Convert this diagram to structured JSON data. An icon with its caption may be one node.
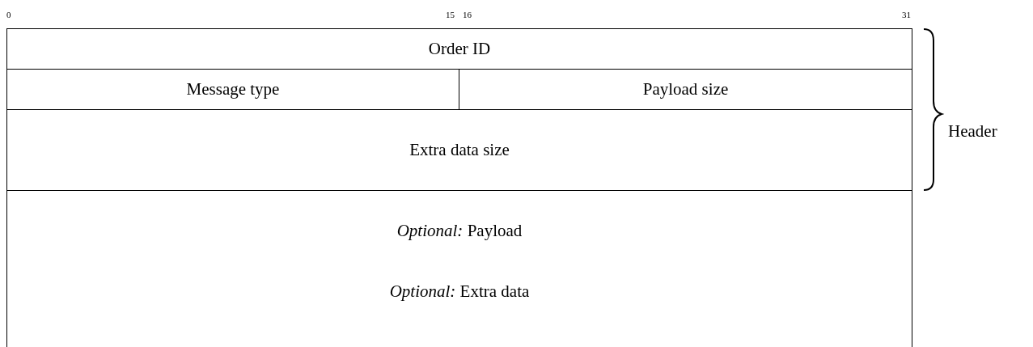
{
  "diagram": {
    "nodes": [
      {
        "text": [
          "Order ID"
        ]
      },
      {
        "text": [
          "Message type"
        ]
      },
      {
        "text": [
          "Payload size"
        ]
      },
      {
        "text": [
          "Extra data size"
        ]
      },
      {
        "text": [
          "*Optional:* Payload",
          "*Optional:* Extra data"
        ]
      }
    ],
    "labels": [
      "0",
      "15",
      "16",
      "31",
      "Header"
    ]
  }
}
